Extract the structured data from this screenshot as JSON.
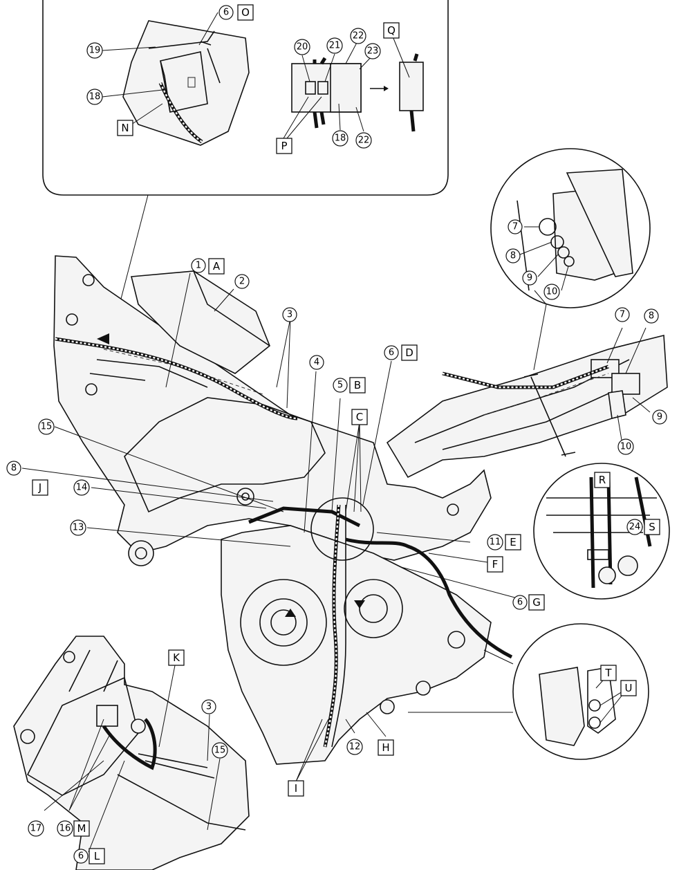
{
  "callout_numbers": {
    "n1": "1",
    "n2": "2",
    "n3": "3",
    "n4": "4",
    "n5": "5",
    "n6": "6",
    "n7": "7",
    "n8": "8",
    "n9": "9",
    "n10": "10",
    "n11": "11",
    "n12": "12",
    "n13": "13",
    "n14": "14",
    "n15": "15",
    "n16": "16",
    "n17": "17",
    "n18": "18",
    "n19": "19",
    "n20": "20",
    "n21": "21",
    "n22": "22",
    "n23": "23",
    "n24": "24"
  },
  "letter_labels": {
    "A": "A",
    "B": "B",
    "C": "C",
    "D": "D",
    "E": "E",
    "F": "F",
    "G": "G",
    "H": "H",
    "I": "I",
    "J": "J",
    "K": "K",
    "L": "L",
    "M": "M",
    "N": "N",
    "O": "O",
    "P": "P",
    "Q": "Q",
    "R": "R",
    "S": "S",
    "T": "T",
    "U": "U"
  }
}
